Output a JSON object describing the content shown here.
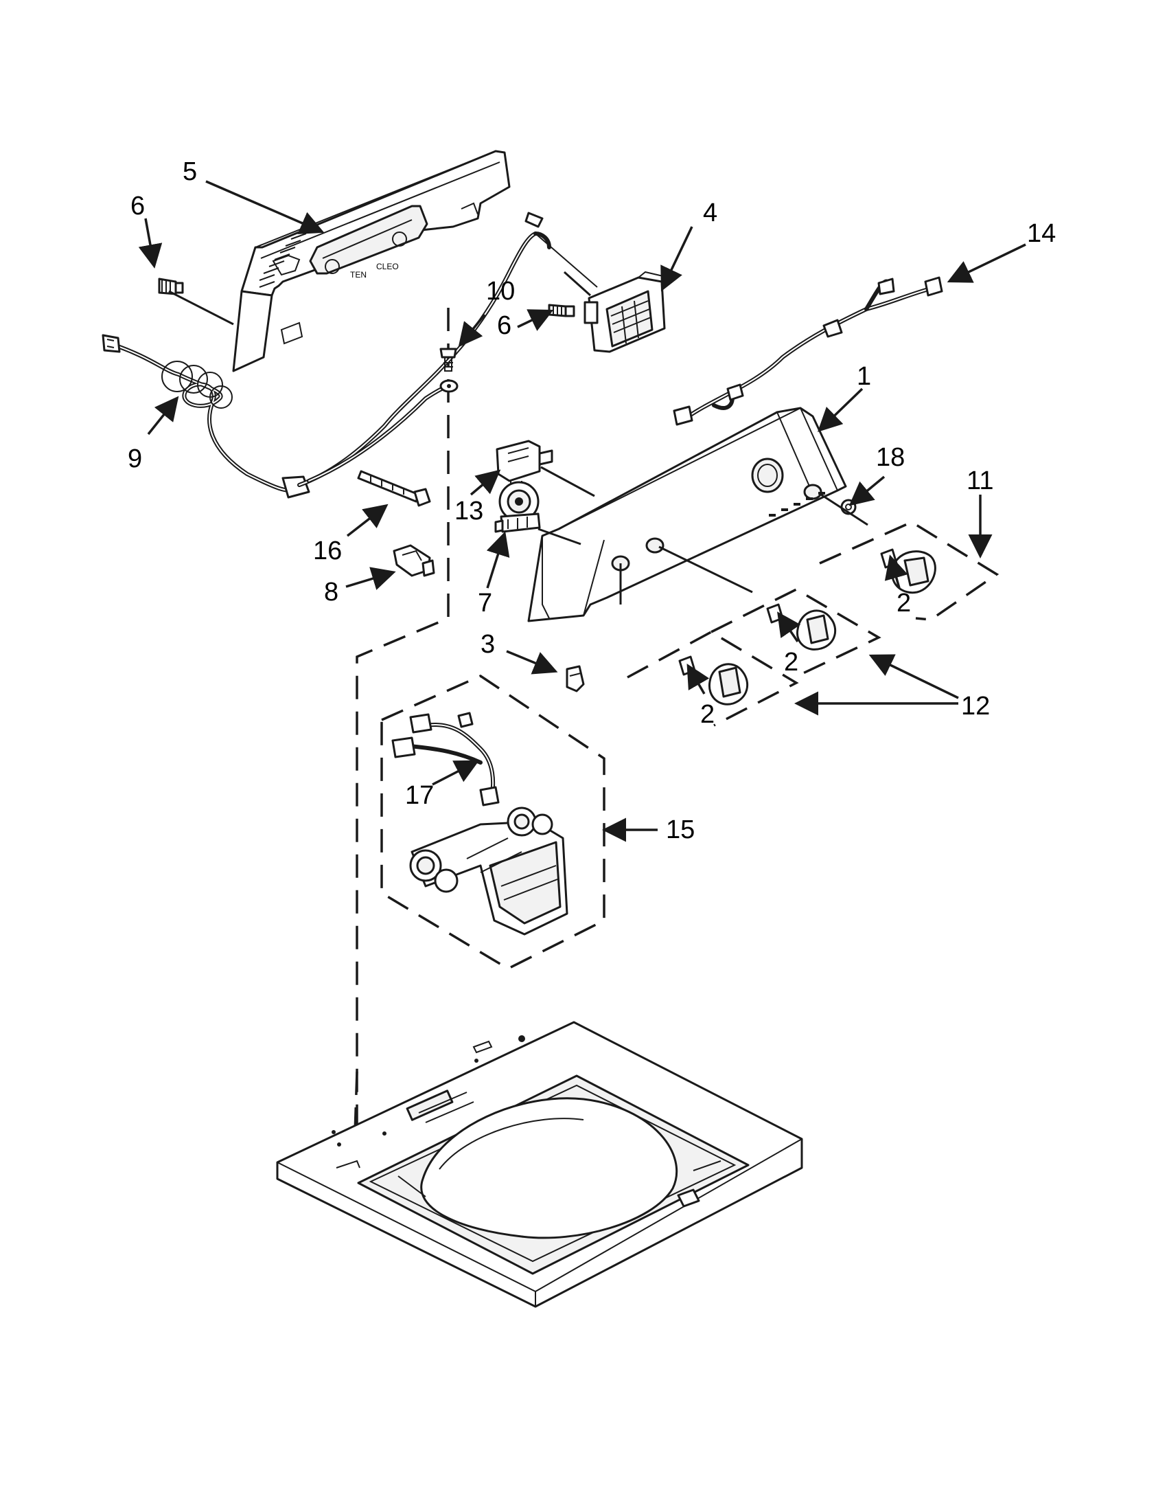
{
  "diagram": {
    "callouts": [
      {
        "id": "c1",
        "label": "1"
      },
      {
        "id": "c2a",
        "label": "2"
      },
      {
        "id": "c2b",
        "label": "2"
      },
      {
        "id": "c2c",
        "label": "2"
      },
      {
        "id": "c3",
        "label": "3"
      },
      {
        "id": "c4",
        "label": "4"
      },
      {
        "id": "c5",
        "label": "5"
      },
      {
        "id": "c6a",
        "label": "6"
      },
      {
        "id": "c6b",
        "label": "6"
      },
      {
        "id": "c7",
        "label": "7"
      },
      {
        "id": "c8",
        "label": "8"
      },
      {
        "id": "c9",
        "label": "9"
      },
      {
        "id": "c10",
        "label": "10"
      },
      {
        "id": "c11",
        "label": "11"
      },
      {
        "id": "c12",
        "label": "12"
      },
      {
        "id": "c13",
        "label": "13"
      },
      {
        "id": "c14",
        "label": "14"
      },
      {
        "id": "c15",
        "label": "15"
      },
      {
        "id": "c16",
        "label": "16"
      },
      {
        "id": "c17",
        "label": "17"
      },
      {
        "id": "c18",
        "label": "18"
      }
    ],
    "panel_text": [
      "TEN",
      "CLEO"
    ]
  }
}
